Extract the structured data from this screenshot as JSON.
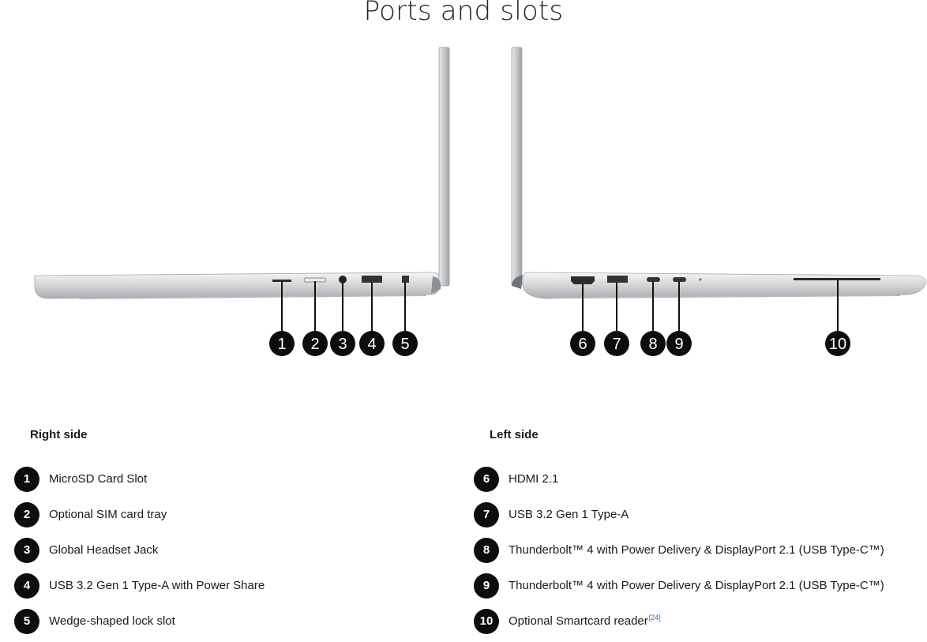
{
  "page": {
    "title": "Ports and slots"
  },
  "right_side": {
    "heading": "Right side",
    "callouts": [
      "1",
      "2",
      "3",
      "4",
      "5"
    ],
    "items": [
      {
        "num": "1",
        "label": "MicroSD Card Slot"
      },
      {
        "num": "2",
        "label": "Optional SIM card tray"
      },
      {
        "num": "3",
        "label": "Global Headset Jack"
      },
      {
        "num": "4",
        "label": "USB 3.2 Gen 1 Type-A with Power Share"
      },
      {
        "num": "5",
        "label": "Wedge-shaped lock slot"
      }
    ]
  },
  "left_side": {
    "heading": "Left side",
    "callouts": [
      "6",
      "7",
      "8",
      "9",
      "10"
    ],
    "items": [
      {
        "num": "6",
        "label": "HDMI 2.1"
      },
      {
        "num": "7",
        "label": "USB 3.2 Gen 1 Type-A"
      },
      {
        "num": "8",
        "label": "Thunderbolt™ 4 with Power Delivery & DisplayPort 2.1 (USB Type-C™)"
      },
      {
        "num": "9",
        "label": "Thunderbolt™ 4 with Power Delivery & DisplayPort 2.1 (USB Type-C™)"
      },
      {
        "num": "10",
        "label": "Optional Smartcard reader",
        "footnote": "[24]"
      }
    ]
  },
  "colors": {
    "badge": "#0d0d0d",
    "chassis": "#c9cbcd",
    "footnote_link": "#2b6cb0"
  },
  "icons": [
    "laptop-right-side-image",
    "laptop-left-side-image"
  ]
}
